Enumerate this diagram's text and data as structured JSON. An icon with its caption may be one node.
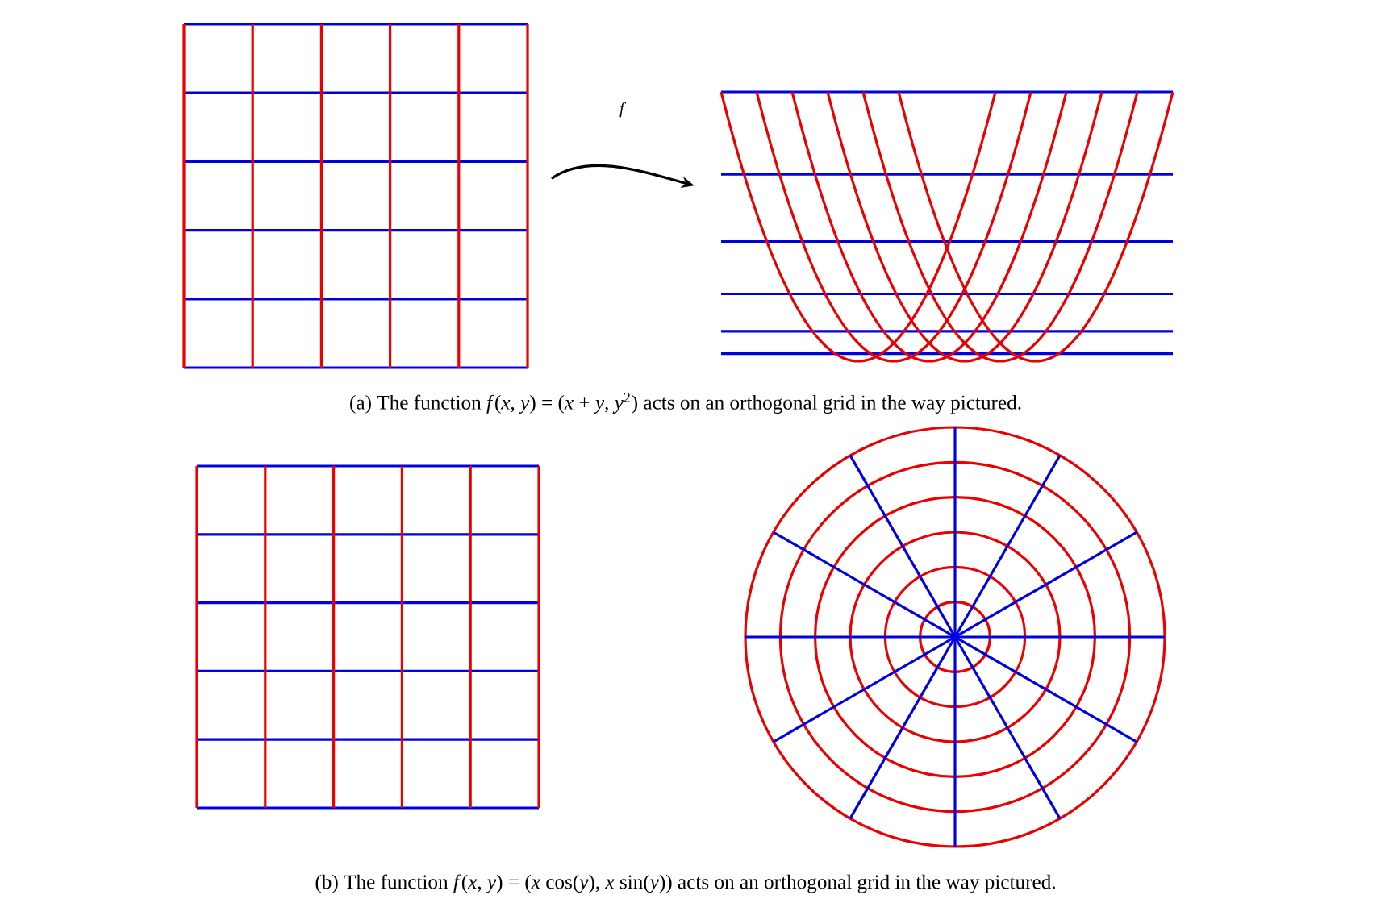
{
  "diagram": {
    "nodes": [
      {
        "text": [],
        "shape": "picture"
      },
      {
        "text": [],
        "shape": "picture"
      }
    ],
    "edges": [
      {
        "from": 0,
        "to": 1,
        "arrow": "to",
        "label": "*f*"
      }
    ],
    "labels": [
      "(a) The function *f*(*x*, *y*) = (*x* + *y*, *y*$^{2}$) acts on an orthogonal grid in the way pictured.",
      "(b) The function *f*(*x*, *y*) = (*x* cos(*y*), *x* sin(*y*)) acts on an orthogonal grid in the way pictured."
    ]
  }
}
